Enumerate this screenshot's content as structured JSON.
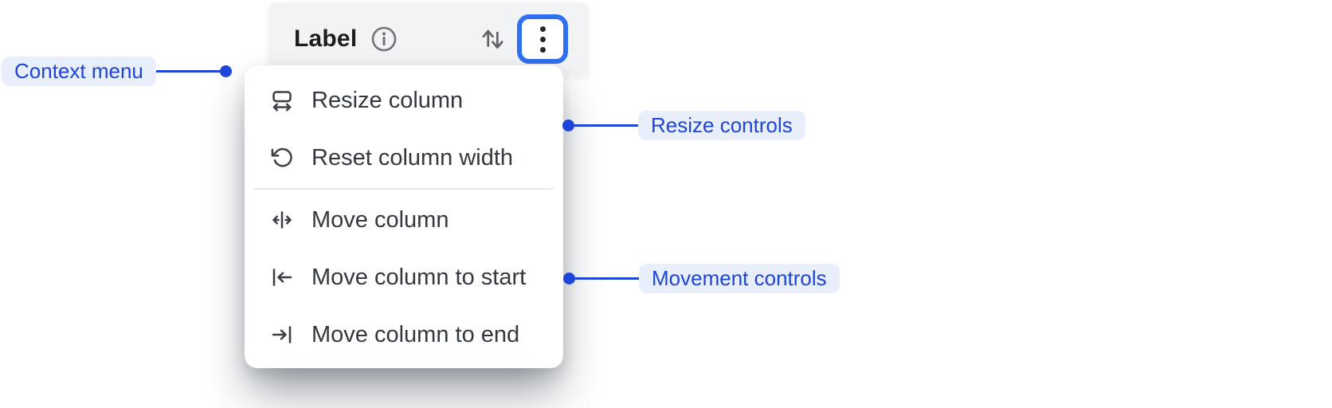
{
  "column_header": {
    "label": "Label",
    "info_icon": "info-icon",
    "sort_icon": "sort-vertical-icon",
    "menu_button_icon": "kebab-menu-icon"
  },
  "context_menu": {
    "groups": [
      {
        "name": "resize",
        "items": [
          {
            "label": "Resize column",
            "icon": "resize-column-icon"
          },
          {
            "label": "Reset column width",
            "icon": "reset-column-width-icon"
          }
        ]
      },
      {
        "name": "movement",
        "items": [
          {
            "label": "Move column",
            "icon": "move-column-icon"
          },
          {
            "label": "Move column to start",
            "icon": "move-column-to-start-icon"
          },
          {
            "label": "Move column to end",
            "icon": "move-column-to-end-icon"
          }
        ]
      }
    ]
  },
  "annotations": {
    "context_menu": "Context menu",
    "resize_controls": "Resize controls",
    "movement_controls": "Movement controls"
  },
  "colors": {
    "annotation_text": "#1e45d7",
    "annotation_pill_bg": "#e8eefc",
    "connector": "#1e45d7",
    "active_button_border": "#2e70f0",
    "header_bg": "#f1f3f4",
    "header_label_text": "#1b1d20",
    "header_icon_gray": "#5f6469",
    "menu_bg": "#ffffff",
    "menu_text": "#34383f",
    "menu_icon": "#3a3f46",
    "divider": "#e6e8eb"
  }
}
